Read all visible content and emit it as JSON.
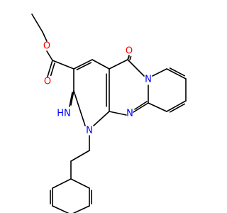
{
  "molecule": {
    "colors": {
      "bond": "#000000",
      "oxygen": "#ff0000",
      "nitrogen": "#0000ff",
      "carbon": "#000000"
    },
    "atom_labels": {
      "ester_o_single": "O",
      "ester_o_double": "O",
      "ketone_o": "O",
      "imine_n": "HN",
      "ring_n1": "N",
      "ring_n_aromatic": "N",
      "ring_n_bridge": "N"
    }
  }
}
